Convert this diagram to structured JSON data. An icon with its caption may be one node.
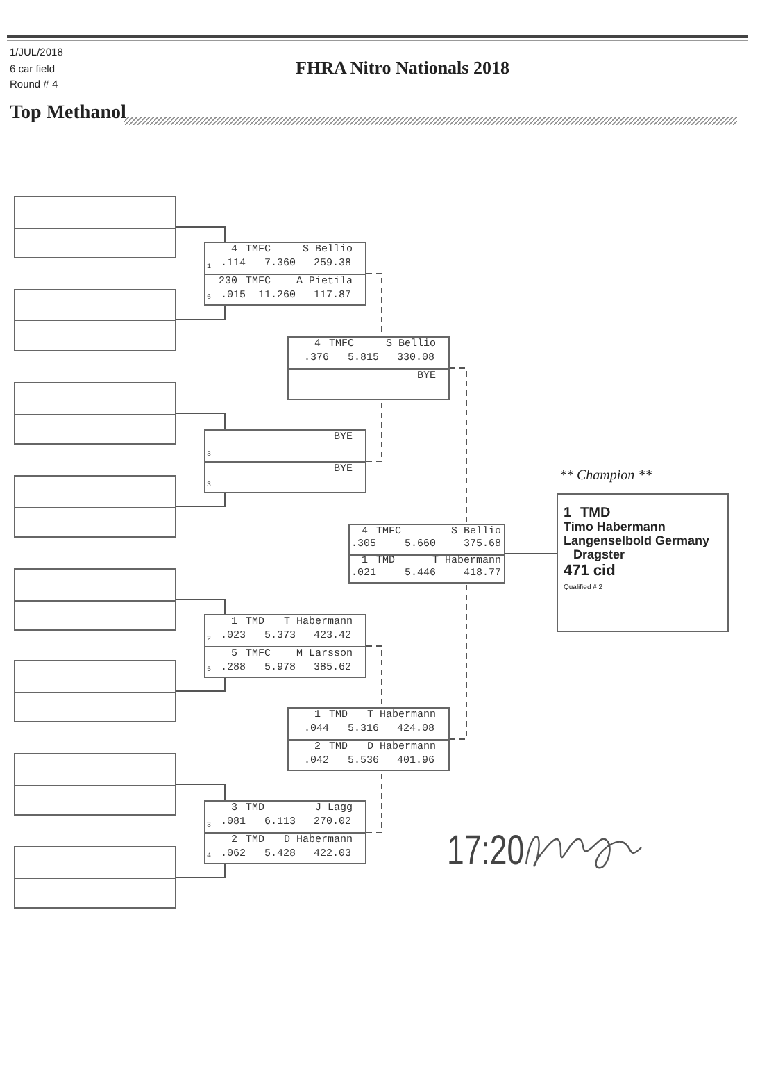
{
  "diagram": {
    "title": "FHRA Nitro Nationals 2018",
    "nodes": [
      {
        "text": [],
        "shape": "box"
      },
      {
        "text": [],
        "shape": "box"
      },
      {
        "text": [],
        "shape": "box"
      },
      {
        "text": [],
        "shape": "box"
      },
      {
        "text": [],
        "shape": "box"
      },
      {
        "text": [],
        "shape": "box"
      },
      {
        "text": [],
        "shape": "box"
      },
      {
        "text": [],
        "shape": "box"
      },
      {
        "text": [
          "4",
          "TMFC",
          "S Bellio",
          "1",
          ".114",
          "7.360",
          "259.38",
          "230",
          "TMFC",
          "A Pietila",
          "6",
          ".015",
          "11.260",
          "117.87"
        ]
      },
      {
        "text": [
          "BYE",
          "3",
          "BYE",
          "3"
        ]
      },
      {
        "text": [
          "1",
          "TMD",
          "T Habermann",
          "2",
          ".023",
          "5.373",
          "423.42",
          "5",
          "TMFC",
          "M Larsson",
          "5",
          ".288",
          "5.978",
          "385.62"
        ]
      },
      {
        "text": [
          "3",
          "TMD",
          "J Lagg",
          "3",
          ".081",
          "6.113",
          "270.02",
          "2",
          "TMD",
          "D Habermann",
          "4",
          ".062",
          "5.428",
          "422.03"
        ]
      },
      {
        "text": [
          "4",
          "TMFC",
          "S Bellio",
          ".376",
          "5.815",
          "330.08",
          "BYE"
        ]
      },
      {
        "text": [
          "1",
          "TMD",
          "T Habermann",
          ".044",
          "5.316",
          "424.08",
          "2",
          "TMD",
          "D Habermann",
          ".042",
          "5.536",
          "401.96"
        ]
      },
      {
        "text": [
          "4",
          "TMFC",
          "S Bellio",
          ".305",
          "5.660",
          "375.68",
          "1",
          "TMD",
          "T Habermann",
          ".021",
          "5.446",
          "418.77"
        ]
      },
      {
        "text": [
          "** Champion **",
          "1",
          "TMD",
          "Timo Habermann",
          "Langenselbold Germany",
          "Dragster",
          "471 cid",
          "Qualified # 2"
        ]
      }
    ],
    "edges": [
      {
        "from": 0,
        "to": 8,
        "arrow": "none"
      },
      {
        "from": 1,
        "to": 8,
        "arrow": "none"
      },
      {
        "from": 2,
        "to": 9,
        "arrow": "none"
      },
      {
        "from": 3,
        "to": 9,
        "arrow": "none"
      },
      {
        "from": 4,
        "to": 10,
        "arrow": "none"
      },
      {
        "from": 5,
        "to": 10,
        "arrow": "none"
      },
      {
        "from": 6,
        "to": 11,
        "arrow": "none"
      },
      {
        "from": 7,
        "to": 11,
        "arrow": "none"
      },
      {
        "from": 8,
        "to": 12,
        "arrow": "none",
        "style": "dashed"
      },
      {
        "from": 9,
        "to": 12,
        "arrow": "none",
        "style": "dashed"
      },
      {
        "from": 10,
        "to": 13,
        "arrow": "none",
        "style": "dashed"
      },
      {
        "from": 11,
        "to": 13,
        "arrow": "none",
        "style": "dashed"
      },
      {
        "from": 12,
        "to": 14,
        "arrow": "none",
        "style": "dashed"
      },
      {
        "from": 13,
        "to": 14,
        "arrow": "none",
        "style": "dashed"
      },
      {
        "from": 14,
        "to": 15,
        "arrow": "none"
      }
    ],
    "labels": [
      "1/JUL/2018",
      "6 car field",
      "Round # 4",
      "Top Methanol",
      "17:20"
    ]
  }
}
